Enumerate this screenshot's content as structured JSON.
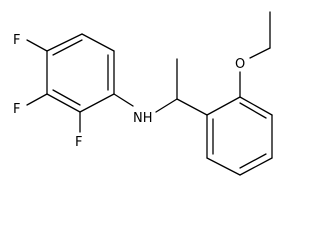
{
  "molecule": {
    "atoms": {
      "fluorine": "F",
      "amine": "NH",
      "oxygen": "O"
    }
  },
  "colors": {
    "bond": "#000000",
    "label": "#000000",
    "background": "#ffffff"
  }
}
